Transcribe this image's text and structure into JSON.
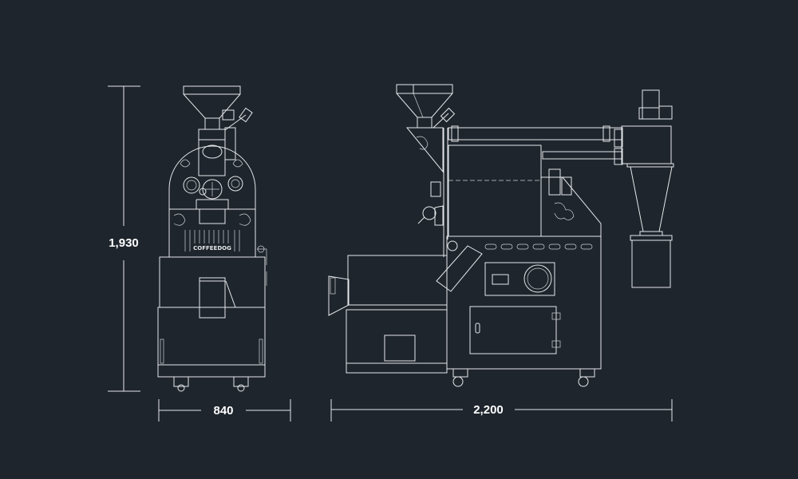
{
  "dimensions": {
    "height_label": "1,930",
    "front_width_label": "840",
    "side_width_label": "2,200"
  },
  "branding": {
    "logo_text": "COFFEEDOG"
  },
  "colors": {
    "background": "#1e252d",
    "line": "#e6e8ea"
  }
}
